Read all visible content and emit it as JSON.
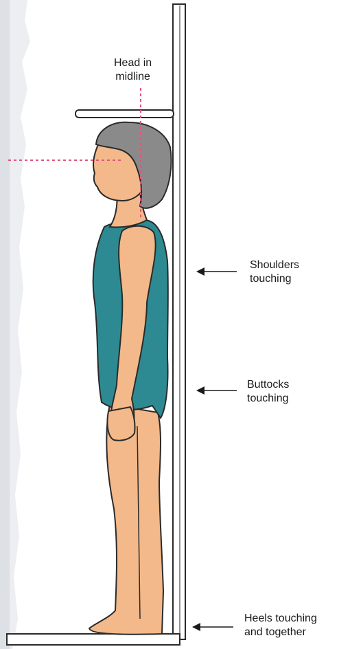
{
  "labels": {
    "head": [
      "Head in",
      "midline"
    ],
    "shoulders": [
      "Shoulders",
      "touching"
    ],
    "buttocks": [
      "Buttocks",
      "touching"
    ],
    "heels": [
      "Heels touching",
      "and together"
    ]
  },
  "colors": {
    "guide_line": "#e0567a",
    "swimsuit": "#2e8a92",
    "skin": "#f3b98a",
    "outline": "#2a2a2a",
    "hair": "#6b6b6b",
    "page_left_strip": "#e4e6ea"
  }
}
